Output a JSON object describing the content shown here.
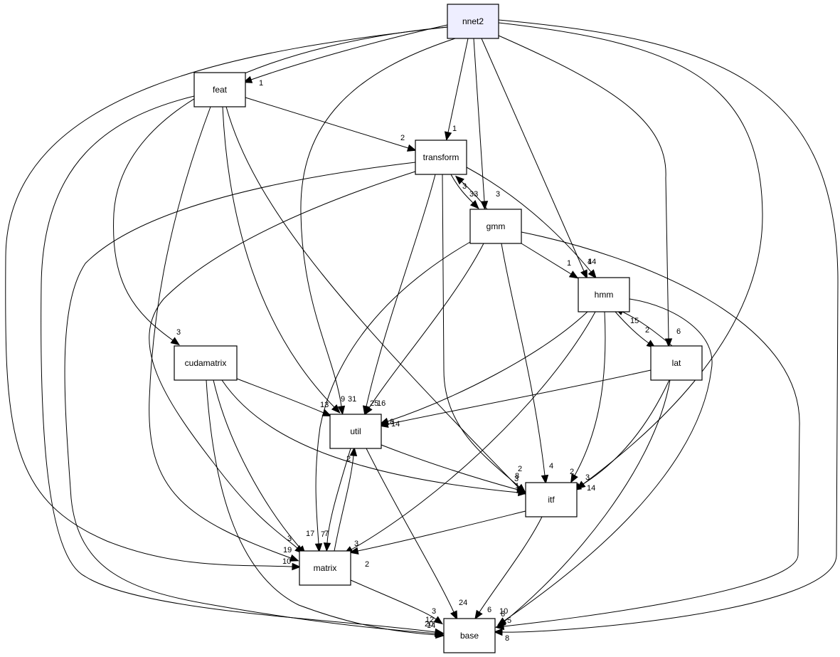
{
  "nodes": [
    {
      "id": "nnet2",
      "label": "nnet2",
      "highlight": true
    },
    {
      "id": "feat",
      "label": "feat"
    },
    {
      "id": "transform",
      "label": "transform"
    },
    {
      "id": "gmm",
      "label": "gmm"
    },
    {
      "id": "hmm",
      "label": "hmm"
    },
    {
      "id": "lat",
      "label": "lat"
    },
    {
      "id": "cudamatrix",
      "label": "cudamatrix"
    },
    {
      "id": "util",
      "label": "util"
    },
    {
      "id": "itf",
      "label": "itf"
    },
    {
      "id": "matrix",
      "label": "matrix"
    },
    {
      "id": "base",
      "label": "base"
    }
  ],
  "edges": [
    {
      "from": "nnet2",
      "to": "feat",
      "label": "1"
    },
    {
      "from": "nnet2",
      "to": "transform",
      "label": "1"
    },
    {
      "from": "nnet2",
      "to": "gmm",
      "label": "3"
    },
    {
      "from": "nnet2",
      "to": "hmm",
      "label": "4"
    },
    {
      "from": "nnet2",
      "to": "lat",
      "label": "6"
    },
    {
      "from": "nnet2",
      "to": "cudamatrix",
      "label": "3"
    },
    {
      "from": "nnet2",
      "to": "util",
      "label": "31"
    },
    {
      "from": "nnet2",
      "to": "itf",
      "label": "14"
    },
    {
      "from": "nnet2",
      "to": "matrix",
      "label": "10"
    },
    {
      "from": "nnet2",
      "to": "base",
      "label": "8"
    },
    {
      "from": "feat",
      "to": "transform",
      "label": "2"
    },
    {
      "from": "feat",
      "to": "util",
      "label": "9"
    },
    {
      "from": "feat",
      "to": "itf",
      "label": "3"
    },
    {
      "from": "feat",
      "to": "matrix",
      "label": "19"
    },
    {
      "from": "feat",
      "to": "base",
      "label": "20"
    },
    {
      "from": "transform",
      "to": "gmm",
      "label": "33"
    },
    {
      "from": "transform",
      "to": "hmm",
      "label": "14"
    },
    {
      "from": "transform",
      "to": "util",
      "label": "25"
    },
    {
      "from": "transform",
      "to": "itf",
      "label": "2"
    },
    {
      "from": "transform",
      "to": "matrix",
      "label": "3"
    },
    {
      "from": "transform",
      "to": "base",
      "label": "12"
    },
    {
      "from": "gmm",
      "to": "transform",
      "label": "3"
    },
    {
      "from": "gmm",
      "to": "hmm",
      "label": "1"
    },
    {
      "from": "gmm",
      "to": "util",
      "label": "16"
    },
    {
      "from": "gmm",
      "to": "itf",
      "label": "4"
    },
    {
      "from": "gmm",
      "to": "matrix",
      "label": "7"
    },
    {
      "from": "gmm",
      "to": "base",
      "label": "5"
    },
    {
      "from": "hmm",
      "to": "lat",
      "label": "2"
    },
    {
      "from": "hmm",
      "to": "util",
      "label": "8"
    },
    {
      "from": "hmm",
      "to": "itf",
      "label": "2"
    },
    {
      "from": "hmm",
      "to": "matrix",
      "label": "3"
    },
    {
      "from": "hmm",
      "to": "base",
      "label": "10"
    },
    {
      "from": "lat",
      "to": "hmm",
      "label": "15"
    },
    {
      "from": "lat",
      "to": "util",
      "label": "14"
    },
    {
      "from": "lat",
      "to": "itf",
      "label": "3"
    },
    {
      "from": "lat",
      "to": "base",
      "label": "6"
    },
    {
      "from": "cudamatrix",
      "to": "util",
      "label": "13"
    },
    {
      "from": "cudamatrix",
      "to": "itf",
      "label": "1"
    },
    {
      "from": "cudamatrix",
      "to": "matrix",
      "label": "17"
    },
    {
      "from": "cudamatrix",
      "to": "base",
      "label": "14"
    },
    {
      "from": "util",
      "to": "matrix",
      "label": "7"
    },
    {
      "from": "util",
      "to": "itf",
      "label": "8"
    },
    {
      "from": "util",
      "to": "base",
      "label": "24"
    },
    {
      "from": "matrix",
      "to": "util",
      "label": "2"
    },
    {
      "from": "matrix",
      "to": "base",
      "label": "3"
    },
    {
      "from": "itf",
      "to": "matrix",
      "label": "2"
    },
    {
      "from": "itf",
      "to": "base",
      "label": "6"
    }
  ]
}
